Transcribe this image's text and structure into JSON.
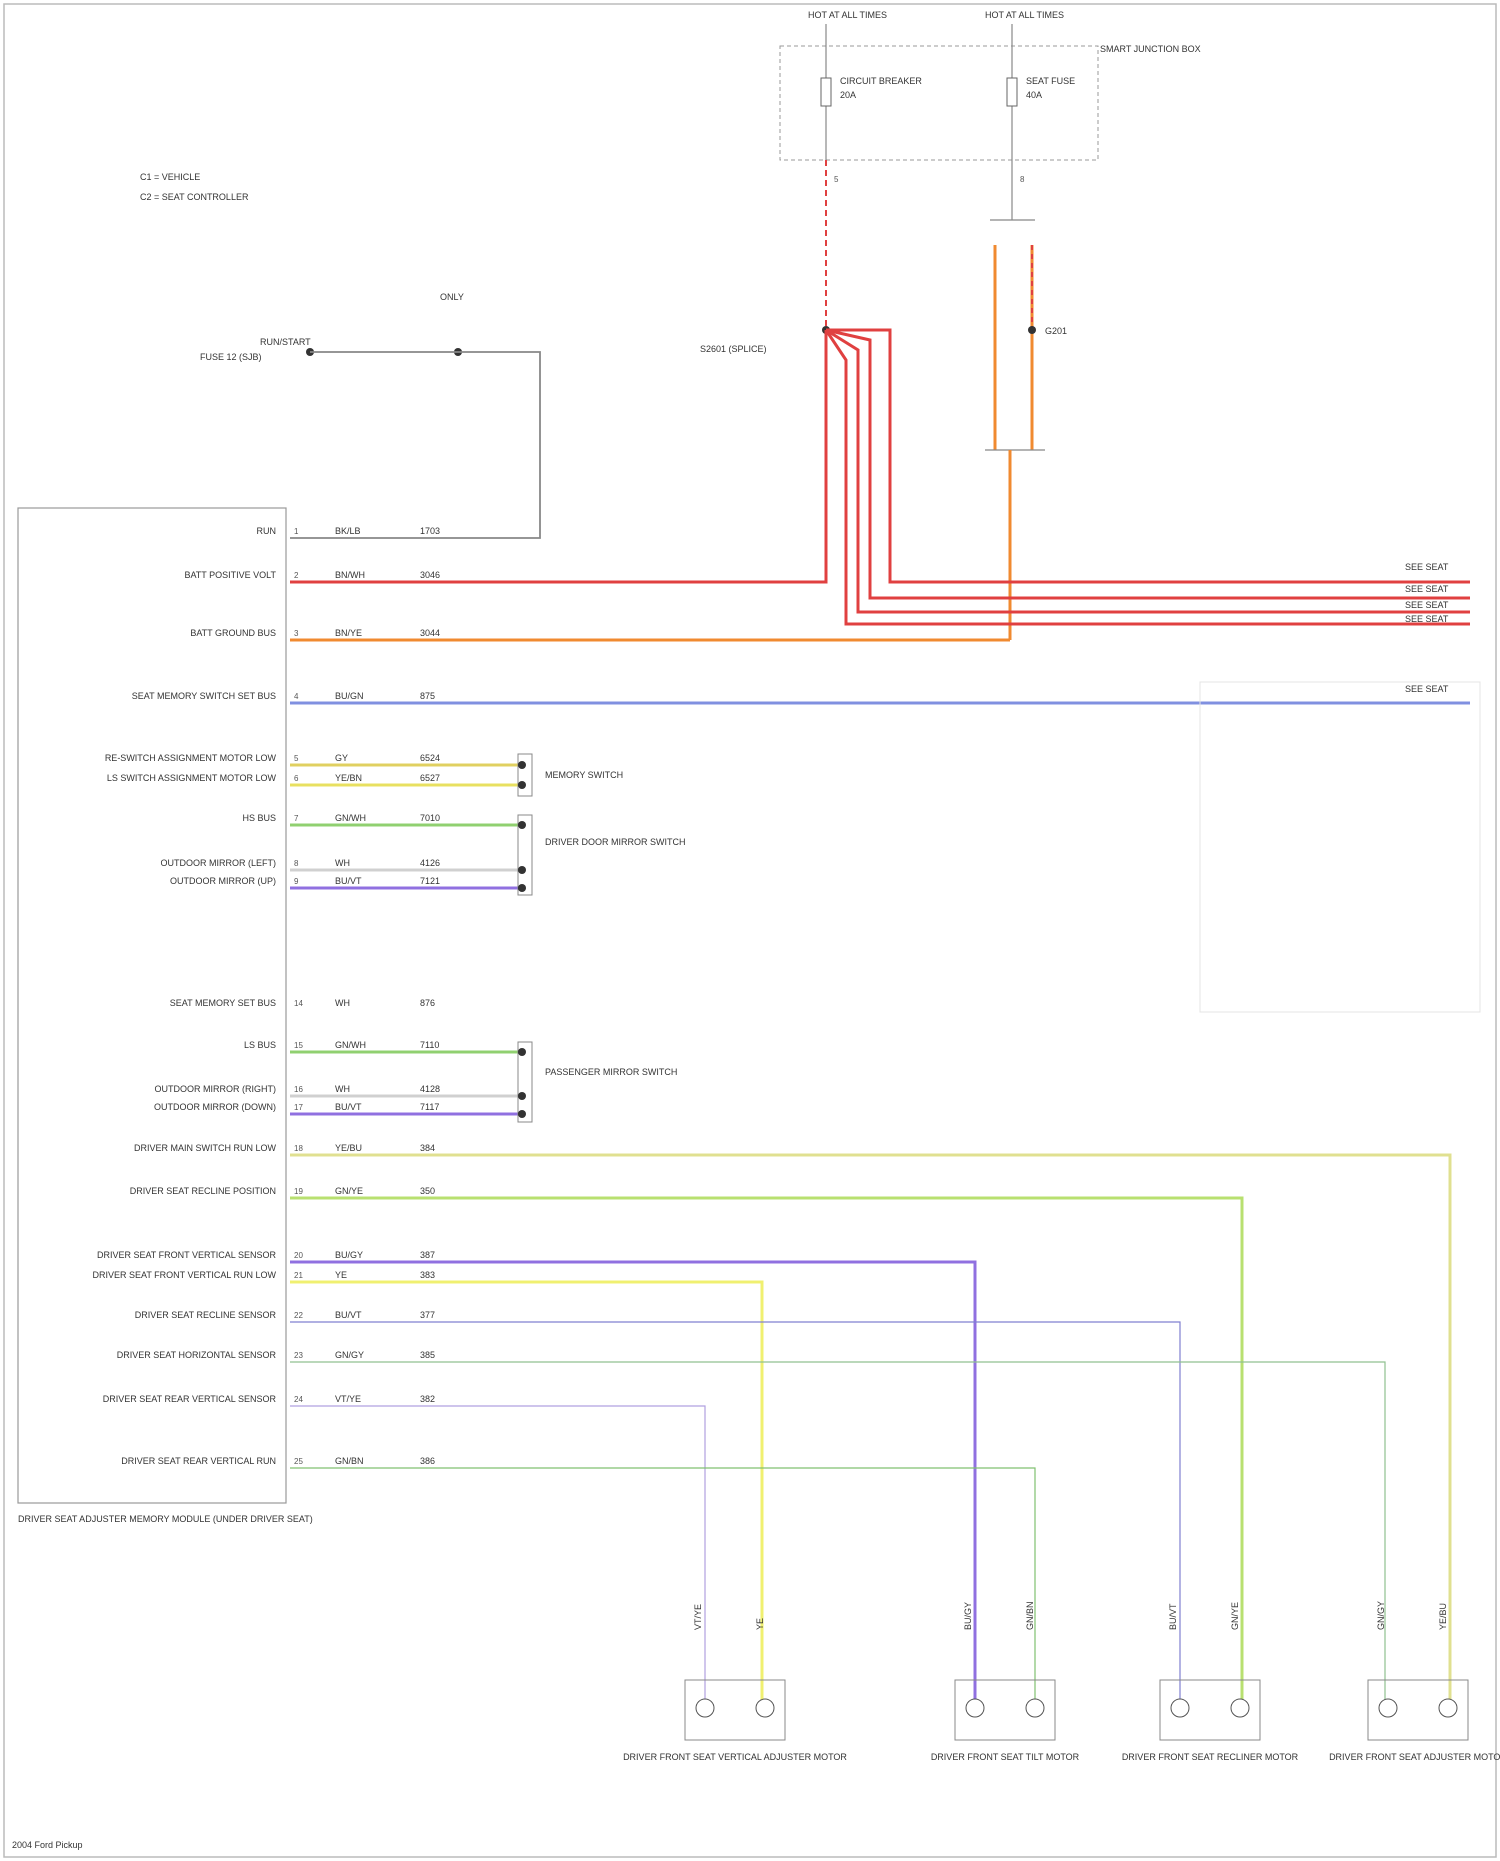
{
  "legend": {
    "items": [
      "C1 = VEHICLE",
      "C2 = SEAT CONTROLLER"
    ]
  },
  "module": {
    "name": "DRIVER SEAT ADJUSTER MEMORY MODULE (UNDER DRIVER SEAT)",
    "pins": [
      {
        "label": "RUN",
        "pin": "1",
        "color_text": "BK/LB",
        "circuit": "1703"
      },
      {
        "label": "BATT POSITIVE VOLT",
        "pin": "2",
        "color_text": "BN/WH",
        "circuit": "3046"
      },
      {
        "label": "BATT GROUND BUS",
        "pin": "3",
        "color_text": "BN/YE",
        "circuit": "3044"
      },
      {
        "label": "SEAT MEMORY SWITCH SET BUS",
        "pin": "4",
        "color_text": "BU/GN",
        "circuit": "875"
      },
      {
        "label": "RE-SWITCH ASSIGNMENT MOTOR LOW",
        "pin": "5",
        "color_text": "GY",
        "circuit": "6524"
      },
      {
        "label": "LS SWITCH ASSIGNMENT MOTOR LOW",
        "pin": "6",
        "color_text": "YE/BN",
        "circuit": "6527"
      },
      {
        "label": "HS BUS",
        "pin": "7",
        "color_text": "GN/WH",
        "circuit": "7010"
      },
      {
        "label": "OUTDOOR MIRROR (LEFT)",
        "pin": "8",
        "color_text": "WH",
        "circuit": "4126"
      },
      {
        "label": "OUTDOOR MIRROR (UP)",
        "pin": "9",
        "color_text": "BU/VT",
        "circuit": "7121"
      },
      {
        "label": "SEAT MEMORY SET BUS",
        "pin": "14",
        "color_text": "WH",
        "circuit": "876"
      },
      {
        "label": "LS BUS",
        "pin": "15",
        "color_text": "GN/WH",
        "circuit": "7110"
      },
      {
        "label": "OUTDOOR MIRROR (RIGHT)",
        "pin": "16",
        "color_text": "WH",
        "circuit": "4128"
      },
      {
        "label": "OUTDOOR MIRROR (DOWN)",
        "pin": "17",
        "color_text": "BU/VT",
        "circuit": "7117"
      },
      {
        "label": "DRIVER MAIN SWITCH RUN LOW",
        "pin": "18",
        "color_text": "YE/BU",
        "circuit": "384"
      },
      {
        "label": "DRIVER SEAT RECLINE POSITION",
        "pin": "19",
        "color_text": "GN/YE",
        "circuit": "350"
      },
      {
        "label": "DRIVER SEAT FRONT VERTICAL SENSOR",
        "pin": "20",
        "color_text": "BU/GY",
        "circuit": "387"
      },
      {
        "label": "DRIVER SEAT FRONT VERTICAL RUN LOW",
        "pin": "21",
        "color_text": "YE",
        "circuit": "383"
      },
      {
        "label": "DRIVER SEAT RECLINE SENSOR",
        "pin": "22",
        "color_text": "BU/VT",
        "circuit": "377"
      },
      {
        "label": "DRIVER SEAT HORIZONTAL SENSOR",
        "pin": "23",
        "color_text": "GN/GY",
        "circuit": "385"
      },
      {
        "label": "DRIVER SEAT REAR VERTICAL SENSOR",
        "pin": "24",
        "color_text": "VT/YE",
        "circuit": "382"
      },
      {
        "label": "DRIVER SEAT REAR VERTICAL RUN",
        "pin": "25",
        "color_text": "GN/BN",
        "circuit": "386"
      }
    ]
  },
  "top": {
    "fuse_box_label": "SMART JUNCTION BOX",
    "feeds": [
      "HOT AT ALL TIMES",
      "HOT AT ALL TIMES"
    ],
    "fuses": [
      {
        "name": "CIRCUIT BREAKER",
        "amps": "20A",
        "pin": "5"
      },
      {
        "name": "SEAT FUSE",
        "amps": "40A",
        "pin": "8"
      }
    ],
    "splice_label": "S2601 (SPLICE)",
    "g_label": "G201"
  },
  "left_feed": {
    "label": "RUN/START",
    "source": "FUSE 12 (SJB)",
    "ref": "ONLY"
  },
  "switches": [
    {
      "name": "MEMORY SWITCH"
    },
    {
      "name": "DRIVER DOOR MIRROR SWITCH"
    },
    {
      "name": "PASSENGER MIRROR SWITCH"
    }
  ],
  "right_refs": [
    "SEE SEAT",
    "SEE SEAT",
    "SEE SEAT",
    "SEE SEAT",
    "SEE SEAT"
  ],
  "motors": [
    {
      "name": "DRIVER FRONT SEAT VERTICAL ADJUSTER MOTOR",
      "w1": "VT/YE",
      "w2": "YE"
    },
    {
      "name": "DRIVER FRONT SEAT TILT MOTOR",
      "w1": "BU/GY",
      "w2": "GN/BN"
    },
    {
      "name": "DRIVER FRONT SEAT RECLINER MOTOR",
      "w1": "BU/VT",
      "w2": "GN/YE"
    },
    {
      "name": "DRIVER FRONT SEAT ADJUSTER MOTOR",
      "w1": "GN/GY",
      "w2": "YE/BU"
    }
  ],
  "footer": "2004 Ford Pickup"
}
